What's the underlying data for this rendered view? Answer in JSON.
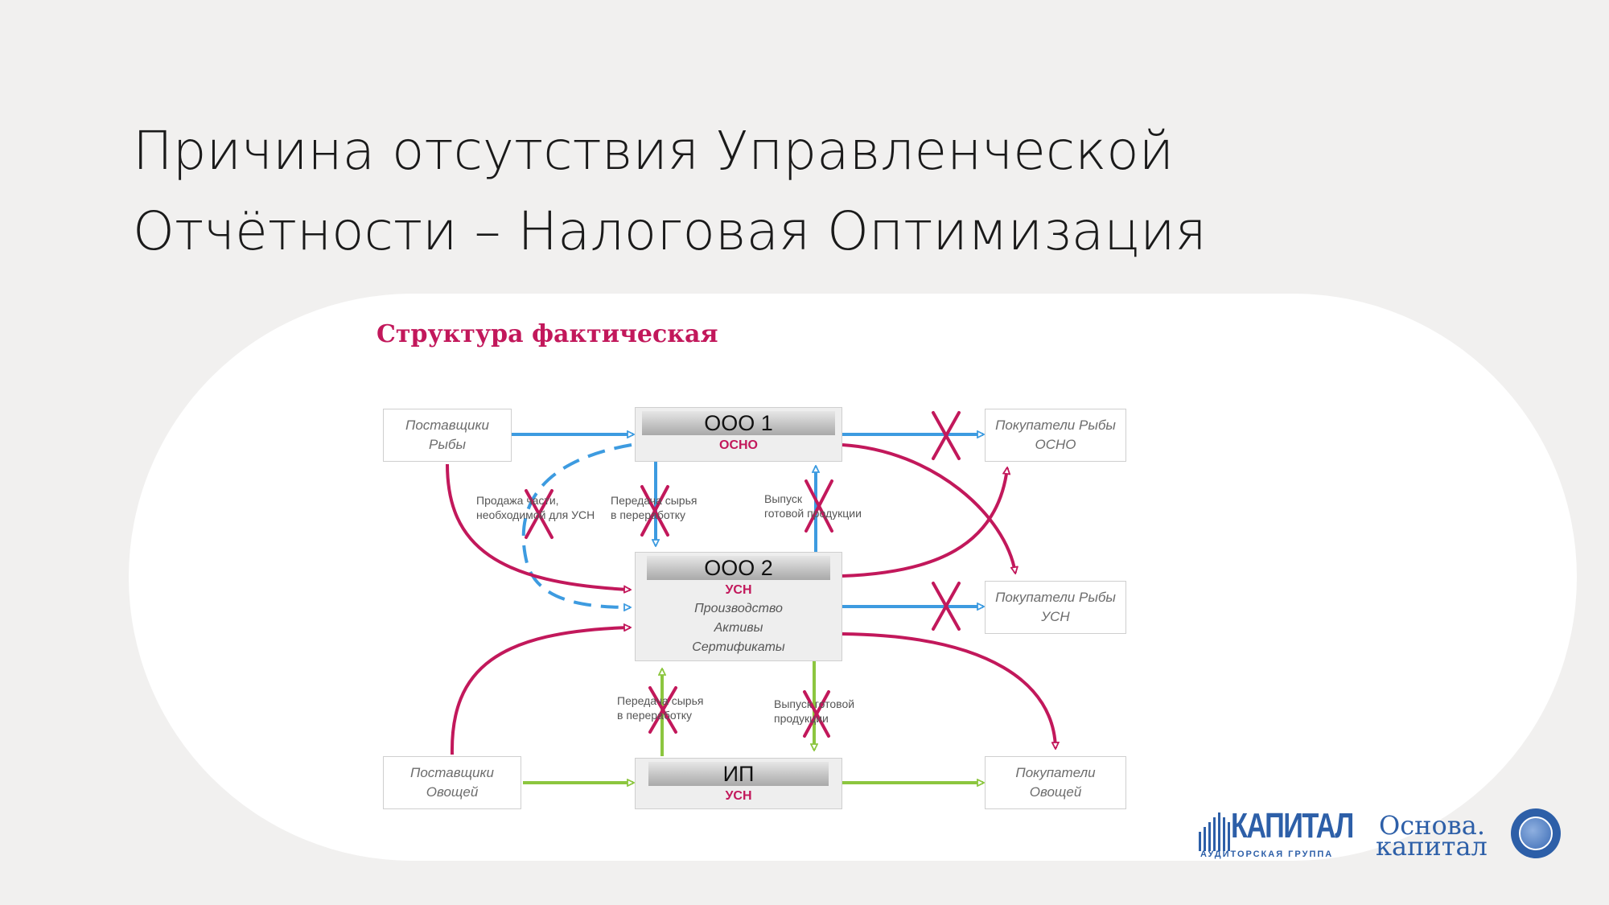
{
  "slide": {
    "title_line1": "Причина отсутствия Управленческой",
    "title_line2": "Отчётности – Налоговая Оптимизация"
  },
  "diagram": {
    "heading": "Структура фактическая",
    "suppliers_fish": [
      "Поставщики",
      "Рыбы"
    ],
    "suppliers_veg": [
      "Поставщики",
      "Овощей"
    ],
    "buyers_fish_osno": [
      "Покупатели Рыбы",
      "ОСНО"
    ],
    "buyers_fish_usn": [
      "Покупатели Рыбы",
      "УСН"
    ],
    "buyers_veg": [
      "Покупатели",
      "Овощей"
    ],
    "ooo1": {
      "name": "ООО 1",
      "regime": "ОСНО"
    },
    "ooo2": {
      "name": "ООО 2",
      "regime": "УСН",
      "activities": [
        "Производство",
        "Активы",
        "Сертификаты"
      ]
    },
    "ip": {
      "name": "ИП",
      "regime": "УСН"
    },
    "labels": {
      "sale_part": [
        "Продажа части,",
        "необходимой для УСН"
      ],
      "transfer_raw_top": [
        "Передача сырья",
        "в переработку"
      ],
      "release_top": [
        "Выпуск",
        "готовой продукции"
      ],
      "transfer_raw_bottom": [
        "Передача сырья",
        "в переработку"
      ],
      "release_bottom": [
        "Выпуск готовой",
        "продукции"
      ]
    },
    "colors": {
      "blue": "#3d9be0",
      "magenta": "#c2185b",
      "green": "#8cc63f",
      "cross": "#c2185b"
    }
  },
  "logos": {
    "kapital_word": "КАПИТАЛ",
    "kapital_sub": "АУДИТОРСКАЯ ГРУППА",
    "osnova_line1": "Основа.",
    "osnova_line2": "капитал"
  }
}
